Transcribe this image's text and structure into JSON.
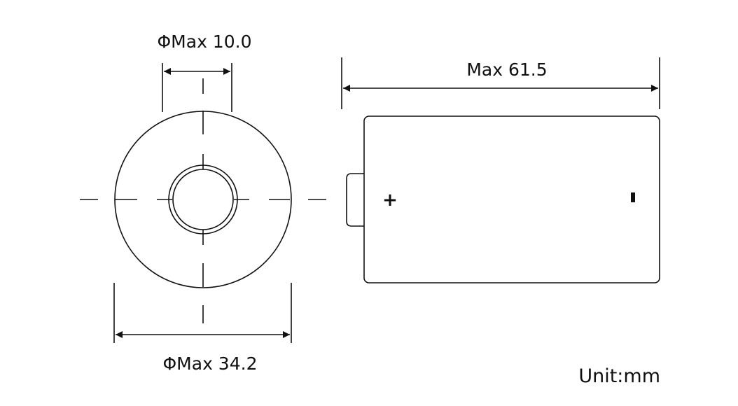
{
  "dimensions": {
    "terminal_diameter": "ΦMax 10.0",
    "body_diameter": "ΦMax 34.2",
    "length": "Max 61.5"
  },
  "terminals": {
    "positive": "+",
    "negative": "-"
  },
  "unit_label": "Unit:mm",
  "colors": {
    "line": "#111111",
    "background": "#ffffff"
  }
}
